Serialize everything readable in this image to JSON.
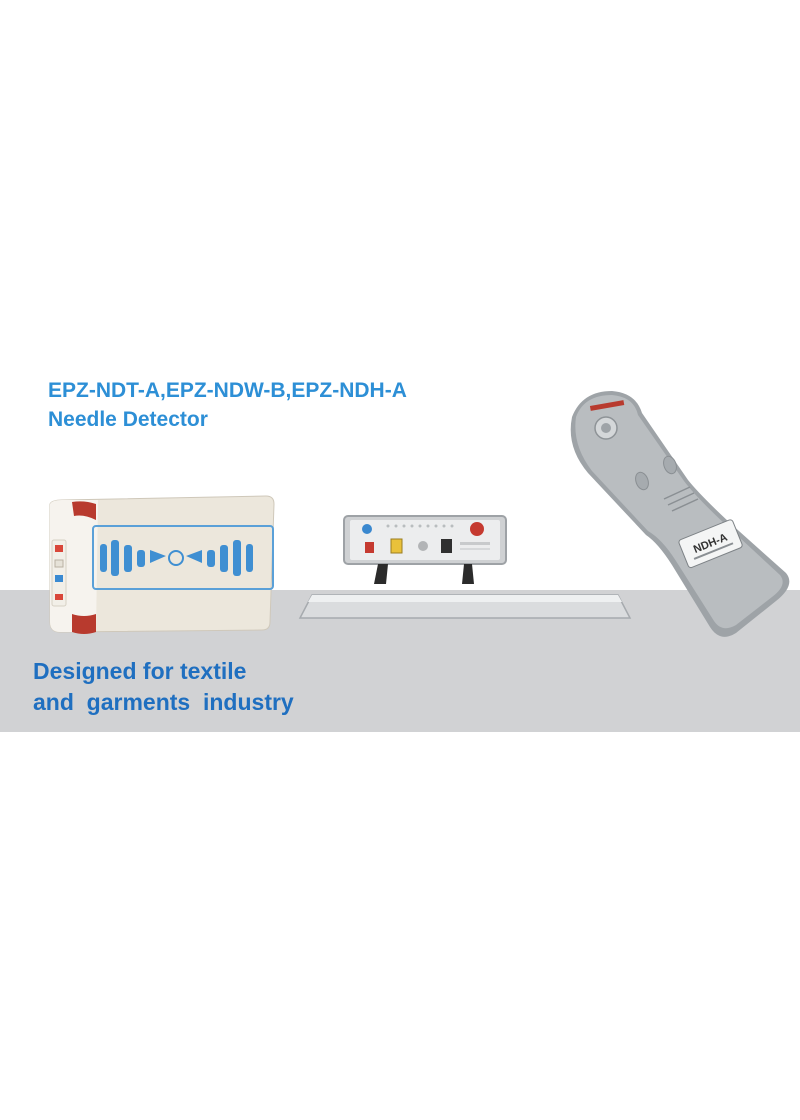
{
  "title": {
    "models": "EPZ-NDT-A,EPZ-NDW-B,EPZ-NDH-A",
    "product": "Needle Detector"
  },
  "tagline": {
    "line1": "Designed for textile",
    "line2": "and  garments  industry"
  },
  "products": {
    "handheld_label": "NDH-A"
  },
  "colors": {
    "title_blue": "#2d8fd6",
    "tagline_blue": "#1f6fc0",
    "band_grey": "#d1d2d4"
  }
}
